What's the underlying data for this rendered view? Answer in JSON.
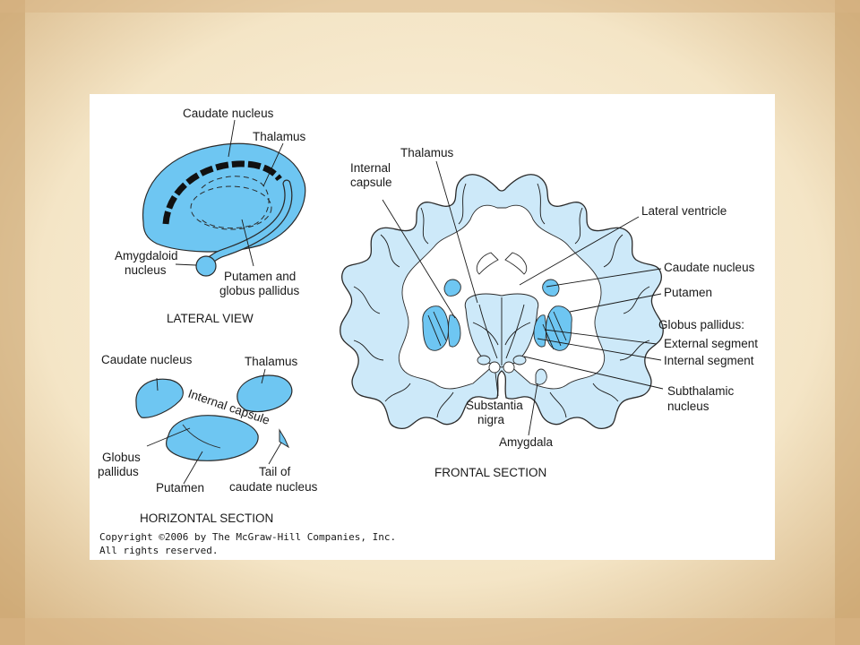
{
  "lateral_view": {
    "title": "LATERAL VIEW",
    "labels": {
      "caudate": "Caudate nucleus",
      "thalamus": "Thalamus",
      "amygdaloid_1": "Amygdaloid",
      "amygdaloid_2": "nucleus",
      "putamen_1": "Putamen and",
      "putamen_2": "globus pallidus"
    }
  },
  "horizontal_section": {
    "title": "HORIZONTAL SECTION",
    "labels": {
      "caudate": "Caudate nucleus",
      "thalamus": "Thalamus",
      "internal_capsule": "Internal capsule",
      "globus_1": "Globus",
      "globus_2": "pallidus",
      "putamen": "Putamen",
      "tail_1": "Tail of",
      "tail_2": "caudate nucleus"
    }
  },
  "frontal_section": {
    "title": "FRONTAL SECTION",
    "labels": {
      "thalamus": "Thalamus",
      "internal_capsule_1": "Internal",
      "internal_capsule_2": "capsule",
      "lateral_ventricle": "Lateral ventricle",
      "caudate": "Caudate nucleus",
      "putamen": "Putamen",
      "globus": "Globus pallidus:",
      "external": "External segment",
      "internal": "Internal segment",
      "subthalamic_1": "Subthalamic",
      "subthalamic_2": "nucleus",
      "substantia_1": "Substantia",
      "substantia_2": "nigra",
      "amygdala": "Amygdala"
    }
  },
  "copyright": {
    "line1": "Copyright ©2006 by The McGraw-Hill Companies, Inc.",
    "line2": "All rights reserved."
  },
  "colors": {
    "brain_blue": "#6ec6f2",
    "light_blue": "#cde9f9",
    "outline": "#2a2a2a",
    "parchment": "#f3e6c9"
  }
}
